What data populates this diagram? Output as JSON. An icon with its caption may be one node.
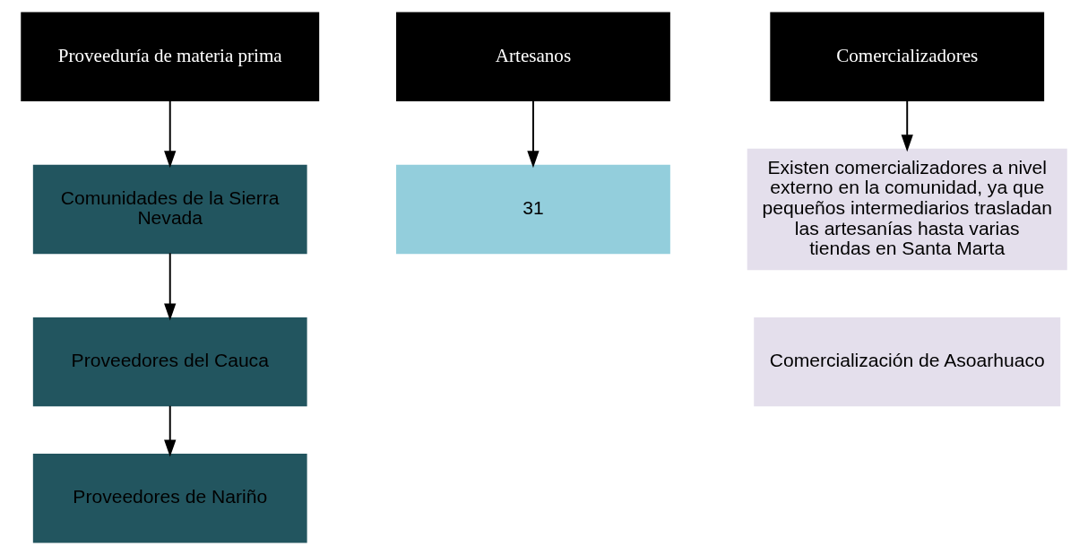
{
  "diagram": {
    "nodes": [
      {
        "text": [
          "Proveeduría de materia prima"
        ]
      },
      {
        "text": [
          "Comunidades de la Sierra Nevada"
        ]
      },
      {
        "text": [
          "Proveedores del Cauca"
        ]
      },
      {
        "text": [
          "Proveedores de Nariño"
        ]
      },
      {
        "text": [
          "Artesanos"
        ]
      },
      {
        "text": [
          "31"
        ]
      },
      {
        "text": [
          "Comercializadores"
        ]
      },
      {
        "text": [
          "Existen comercializadores a nivel externo en la comunidad, ya que pequeños intermediarios trasladan las artesanías hasta varias tiendas en Santa Marta"
        ]
      },
      {
        "text": [
          "Comercialización de Asoarhuaco"
        ]
      }
    ],
    "edges": [
      {
        "from": 0,
        "to": 1,
        "arrow": "to"
      },
      {
        "from": 1,
        "to": 2,
        "arrow": "to"
      },
      {
        "from": 2,
        "to": 3,
        "arrow": "to"
      },
      {
        "from": 4,
        "to": 5,
        "arrow": "to"
      },
      {
        "from": 6,
        "to": 7,
        "arrow": "to"
      }
    ]
  }
}
